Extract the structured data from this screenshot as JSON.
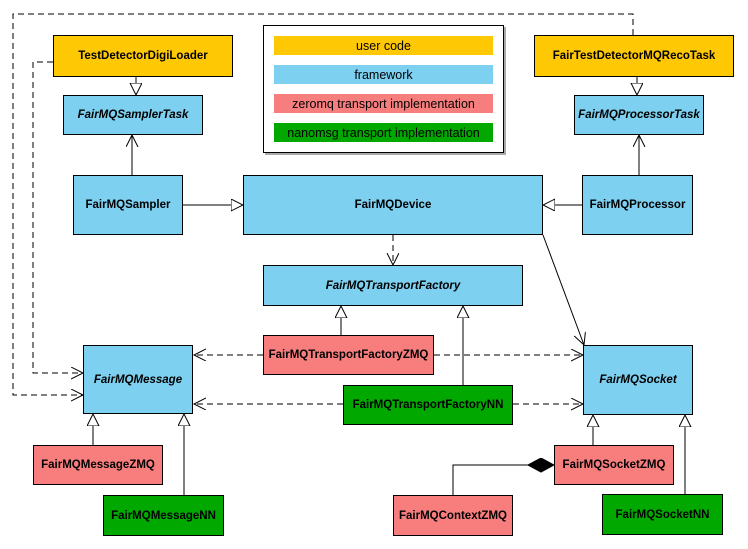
{
  "colors": {
    "user_code": "#FFC805",
    "framework": "#7DD0F0",
    "zeromq": "#F87E7E",
    "nanomsg": "#00A800",
    "edge": "#000000",
    "background": "#FFFFFF"
  },
  "legend": {
    "items": [
      {
        "label": "user code",
        "category": "user_code"
      },
      {
        "label": "framework",
        "category": "framework"
      },
      {
        "label": "zeromq transport implementation",
        "category": "zeromq"
      },
      {
        "label": "nanomsg transport implementation",
        "category": "nanomsg"
      }
    ]
  },
  "nodes": {
    "digiLoader": {
      "label": "TestDetectorDigiLoader",
      "category": "user_code",
      "abstract": false
    },
    "recoTask": {
      "label": "FairTestDetectorMQRecoTask",
      "category": "user_code",
      "abstract": false
    },
    "samplerTask": {
      "label": "FairMQSamplerTask",
      "category": "framework",
      "abstract": true
    },
    "processorTask": {
      "label": "FairMQProcessorTask",
      "category": "framework",
      "abstract": true
    },
    "sampler": {
      "label": "FairMQSampler",
      "category": "framework",
      "abstract": false
    },
    "device": {
      "label": "FairMQDevice",
      "category": "framework",
      "abstract": false
    },
    "processor": {
      "label": "FairMQProcessor",
      "category": "framework",
      "abstract": false
    },
    "transportFactory": {
      "label": "FairMQTransportFactory",
      "category": "framework",
      "abstract": true
    },
    "transportFactoryZMQ": {
      "label": "FairMQTransportFactoryZMQ",
      "category": "zeromq",
      "abstract": false
    },
    "transportFactoryNN": {
      "label": "FairMQTransportFactoryNN",
      "category": "nanomsg",
      "abstract": false
    },
    "message": {
      "label": "FairMQMessage",
      "category": "framework",
      "abstract": true
    },
    "socket": {
      "label": "FairMQSocket",
      "category": "framework",
      "abstract": true
    },
    "messageZMQ": {
      "label": "FairMQMessageZMQ",
      "category": "zeromq",
      "abstract": false
    },
    "messageNN": {
      "label": "FairMQMessageNN",
      "category": "nanomsg",
      "abstract": false
    },
    "socketZMQ": {
      "label": "FairMQSocketZMQ",
      "category": "zeromq",
      "abstract": false
    },
    "contextZMQ": {
      "label": "FairMQContextZMQ",
      "category": "zeromq",
      "abstract": false
    },
    "socketNN": {
      "label": "FairMQSocketNN",
      "category": "nanomsg",
      "abstract": false
    }
  },
  "relationships": [
    {
      "from": "TestDetectorDigiLoader",
      "to": "FairMQSamplerTask",
      "type": "inheritance"
    },
    {
      "from": "FairTestDetectorMQRecoTask",
      "to": "FairMQProcessorTask",
      "type": "inheritance"
    },
    {
      "from": "FairMQSampler",
      "to": "FairMQDevice",
      "type": "inheritance"
    },
    {
      "from": "FairMQProcessor",
      "to": "FairMQDevice",
      "type": "inheritance"
    },
    {
      "from": "FairMQTransportFactoryZMQ",
      "to": "FairMQTransportFactory",
      "type": "inheritance"
    },
    {
      "from": "FairMQTransportFactoryNN",
      "to": "FairMQTransportFactory",
      "type": "inheritance"
    },
    {
      "from": "FairMQMessageZMQ",
      "to": "FairMQMessage",
      "type": "inheritance"
    },
    {
      "from": "FairMQMessageNN",
      "to": "FairMQMessage",
      "type": "inheritance"
    },
    {
      "from": "FairMQSocketZMQ",
      "to": "FairMQSocket",
      "type": "inheritance"
    },
    {
      "from": "FairMQSocketNN",
      "to": "FairMQSocket",
      "type": "inheritance"
    },
    {
      "from": "FairMQSampler",
      "to": "FairMQSamplerTask",
      "type": "association"
    },
    {
      "from": "FairMQProcessor",
      "to": "FairMQProcessorTask",
      "type": "association"
    },
    {
      "from": "FairMQDevice",
      "to": "FairMQSocket",
      "type": "association"
    },
    {
      "from": "FairMQDevice",
      "to": "FairMQTransportFactory",
      "type": "dependency"
    },
    {
      "from": "FairMQTransportFactoryZMQ",
      "to": "FairMQMessage",
      "type": "dependency"
    },
    {
      "from": "FairMQTransportFactoryZMQ",
      "to": "FairMQSocket",
      "type": "dependency"
    },
    {
      "from": "FairMQTransportFactoryNN",
      "to": "FairMQMessage",
      "type": "dependency"
    },
    {
      "from": "FairMQTransportFactoryNN",
      "to": "FairMQSocket",
      "type": "dependency"
    },
    {
      "from": "TestDetectorDigiLoader",
      "to": "FairMQMessage",
      "type": "dependency"
    },
    {
      "from": "FairTestDetectorMQRecoTask",
      "to": "FairMQMessage",
      "type": "dependency"
    },
    {
      "from": "FairMQContextZMQ",
      "to": "FairMQSocketZMQ",
      "type": "composition"
    }
  ]
}
